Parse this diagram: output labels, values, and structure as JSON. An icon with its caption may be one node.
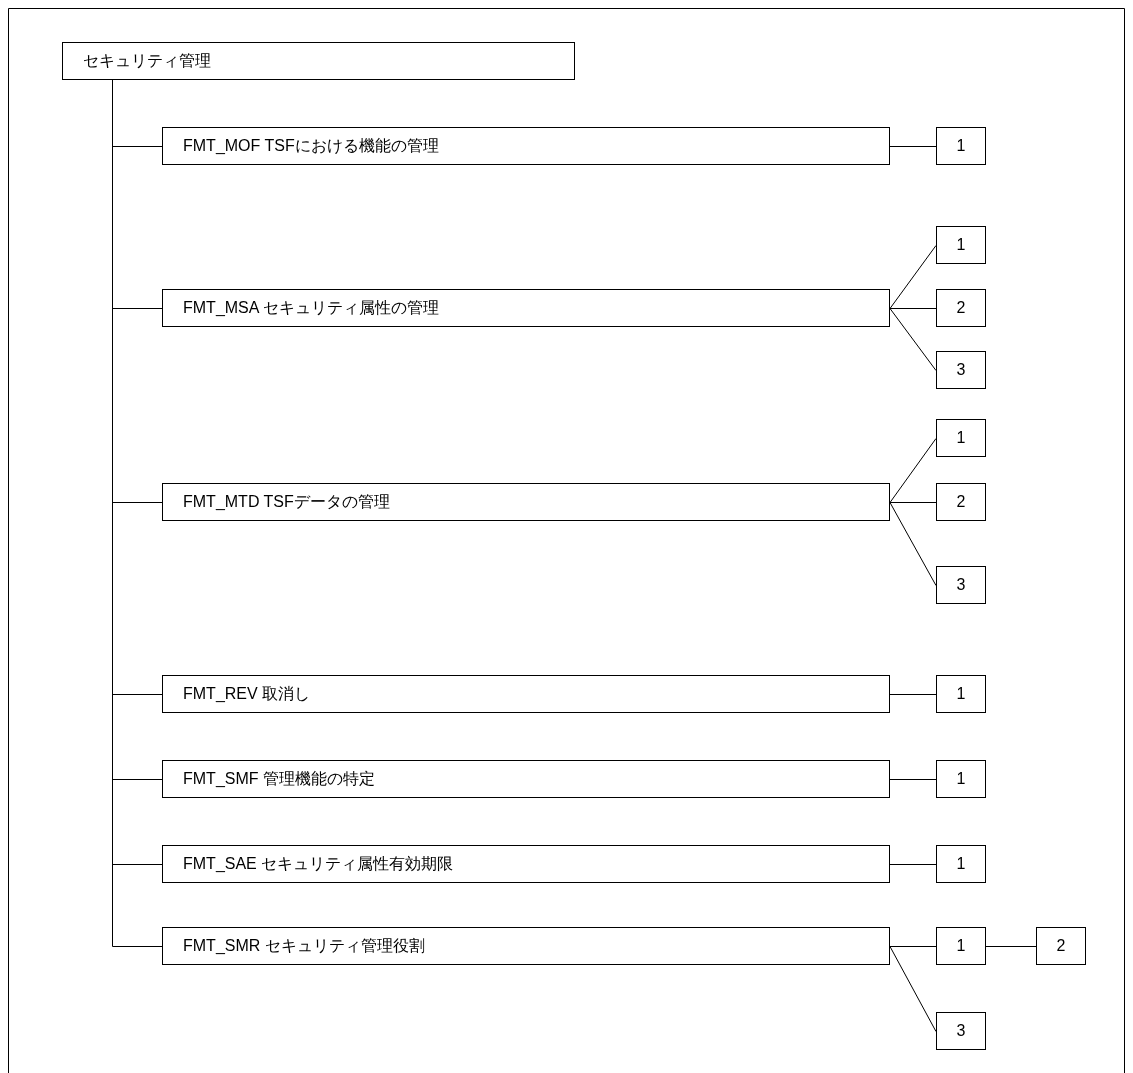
{
  "diagram": {
    "nodes": [
      {
        "text": [
          "セキュリティ管理"
        ]
      },
      {
        "text": [
          "FMT_MOF TSFにおける機能の管理"
        ]
      },
      {
        "text": [
          "1"
        ]
      },
      {
        "text": [
          "FMT_MSA セキュリティ属性の管理"
        ]
      },
      {
        "text": [
          "1"
        ]
      },
      {
        "text": [
          "2"
        ]
      },
      {
        "text": [
          "3"
        ]
      },
      {
        "text": [
          "FMT_MTD TSFデータの管理"
        ]
      },
      {
        "text": [
          "1"
        ]
      },
      {
        "text": [
          "2"
        ]
      },
      {
        "text": [
          "3"
        ]
      },
      {
        "text": [
          "FMT_REV 取消し"
        ]
      },
      {
        "text": [
          "1"
        ]
      },
      {
        "text": [
          "FMT_SMF 管理機能の特定"
        ]
      },
      {
        "text": [
          "1"
        ]
      },
      {
        "text": [
          "FMT_SAE セキュリティ属性有効期限"
        ]
      },
      {
        "text": [
          "1"
        ]
      },
      {
        "text": [
          "FMT_SMR セキュリティ管理役割"
        ]
      },
      {
        "text": [
          "1"
        ]
      },
      {
        "text": [
          "2"
        ]
      },
      {
        "text": [
          "3"
        ]
      }
    ],
    "edges": [
      {
        "from": 0,
        "to": 1,
        "arrow": "none"
      },
      {
        "from": 0,
        "to": 3,
        "arrow": "none"
      },
      {
        "from": 0,
        "to": 7,
        "arrow": "none"
      },
      {
        "from": 0,
        "to": 11,
        "arrow": "none"
      },
      {
        "from": 0,
        "to": 13,
        "arrow": "none"
      },
      {
        "from": 0,
        "to": 15,
        "arrow": "none"
      },
      {
        "from": 0,
        "to": 17,
        "arrow": "none"
      },
      {
        "from": 1,
        "to": 2,
        "arrow": "none"
      },
      {
        "from": 3,
        "to": 4,
        "arrow": "none"
      },
      {
        "from": 3,
        "to": 5,
        "arrow": "none"
      },
      {
        "from": 3,
        "to": 6,
        "arrow": "none"
      },
      {
        "from": 7,
        "to": 8,
        "arrow": "none"
      },
      {
        "from": 7,
        "to": 9,
        "arrow": "none"
      },
      {
        "from": 7,
        "to": 10,
        "arrow": "none"
      },
      {
        "from": 11,
        "to": 12,
        "arrow": "none"
      },
      {
        "from": 13,
        "to": 14,
        "arrow": "none"
      },
      {
        "from": 15,
        "to": 16,
        "arrow": "none"
      },
      {
        "from": 17,
        "to": 18,
        "arrow": "none"
      },
      {
        "from": 18,
        "to": 19,
        "arrow": "none"
      },
      {
        "from": 17,
        "to": 20,
        "arrow": "none"
      }
    ]
  }
}
